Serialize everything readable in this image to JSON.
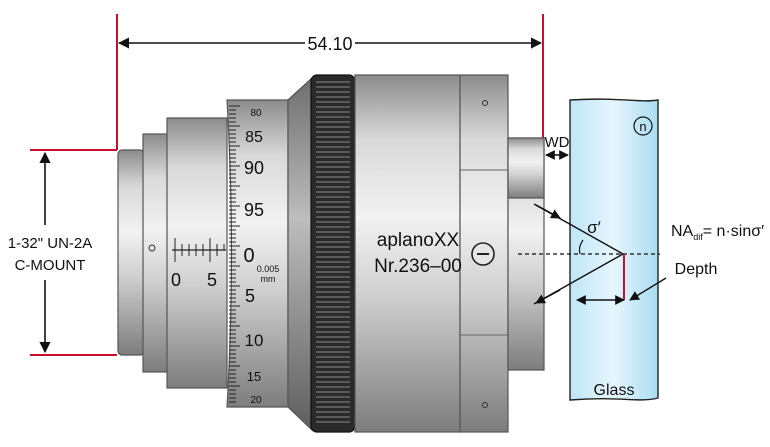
{
  "diagram": {
    "overall_length": "54.10",
    "mount_line1": "1-32\" UN-2A",
    "mount_line2": "C-MOUNT",
    "lens_model": "aplanoXX",
    "lens_number": "Nr.236–00",
    "working_distance": "WD",
    "sigma_label": "σ′",
    "na_prefix": "NA",
    "na_subscript": "dif",
    "na_formula": "= n·sinσ′",
    "depth_label": "Depth",
    "glass_label": "Glass",
    "index_symbol": "n",
    "scale_top": [
      "80",
      "85",
      "90",
      "95"
    ],
    "scale_zero": "0",
    "scale_bottom": [
      "5",
      "10",
      "15",
      "20"
    ],
    "vernier_0": "0",
    "vernier_5": "5",
    "scale_unit_value": "0.005",
    "scale_unit": "mm"
  }
}
